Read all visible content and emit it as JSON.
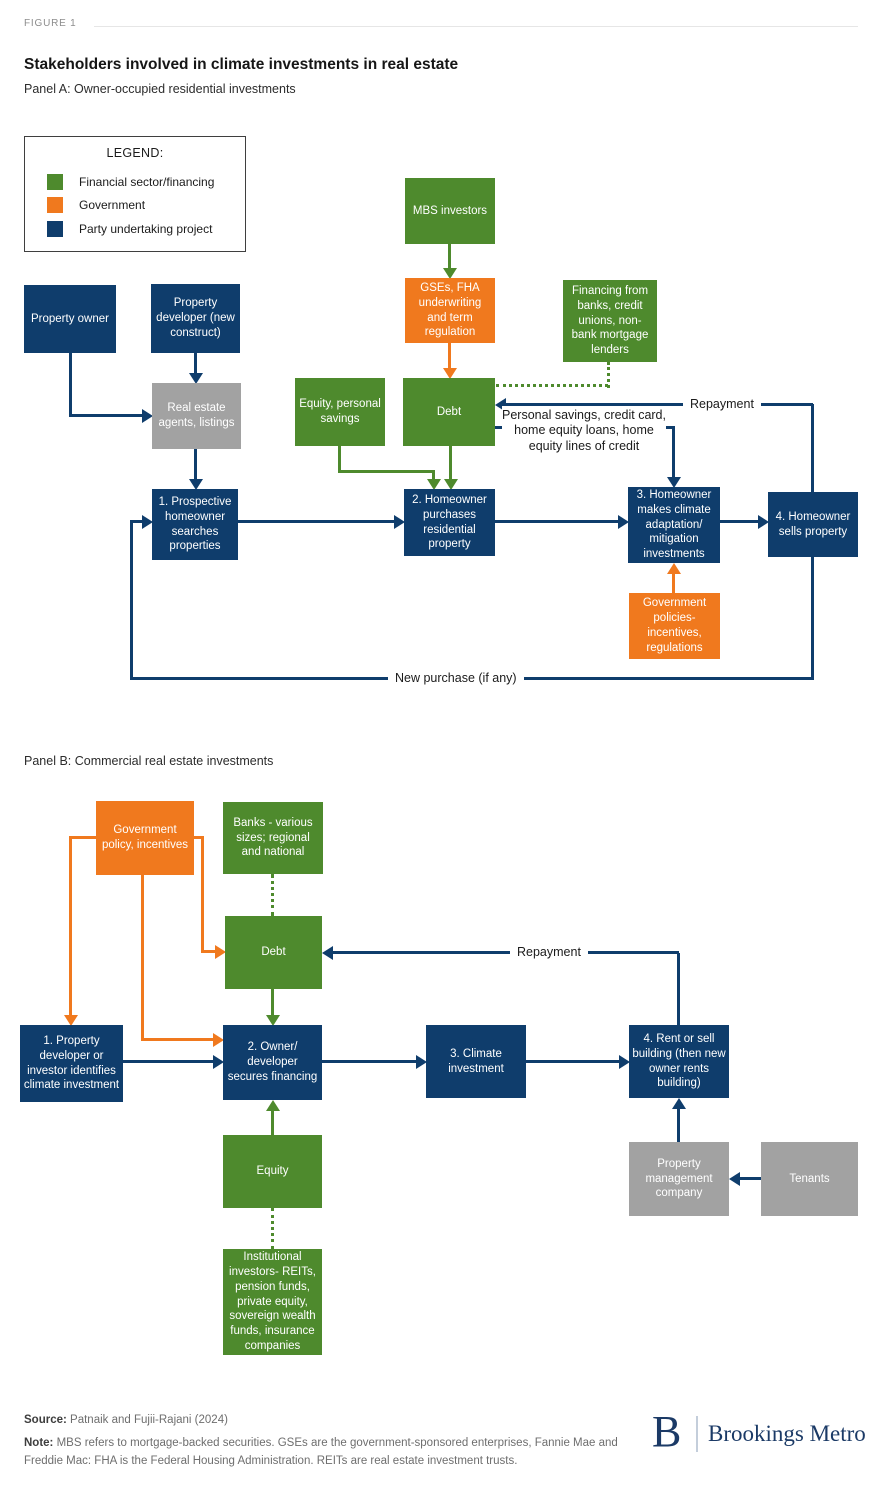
{
  "figure_label": "FIGURE 1",
  "title": "Stakeholders involved in climate investments in real estate",
  "colors": {
    "green": "#4E8A2D",
    "orange": "#F0791E",
    "navy": "#0F3D6C",
    "gray": "#A2A2A2",
    "logonavy": "#1B3A66"
  },
  "legend": {
    "title": "LEGEND:",
    "items": [
      {
        "label": "Financial sector/financing",
        "color": "green"
      },
      {
        "label": "Government",
        "color": "orange"
      },
      {
        "label": "Party undertaking project",
        "color": "navy"
      }
    ]
  },
  "panel_a": {
    "label": "Panel A: Owner-occupied residential investments",
    "nodes": {
      "property_owner": "Property owner",
      "property_developer": "Property developer (new construct)",
      "agents": "Real estate agents, listings",
      "mbs": "MBS investors",
      "gses": "GSEs, FHA underwriting and term regulation",
      "financing": "Financing from banks, credit unions, non-bank mortgage lenders",
      "equity": "Equity, personal savings",
      "debt": "Debt",
      "step1": "1. Prospective homeowner searches properties",
      "step2": "2. Homeowner purchases residential property",
      "step3": "3. Homeowner makes climate adaptation/ mitigation investments",
      "step4": "4. Homeowner sells property",
      "gov_policies": "Government policies- incentives, regulations"
    },
    "edge_labels": {
      "repayment": "Repayment",
      "personal_savings": "Personal savings, credit card, home equity loans, home equity lines of credit",
      "new_purchase": "New purchase (if any)"
    }
  },
  "panel_b": {
    "label": "Panel B: Commercial real estate investments",
    "nodes": {
      "gov_policy": "Government policy, incentives",
      "banks": "Banks - various sizes; regional and national",
      "debt": "Debt",
      "step1": "1. Property developer or investor identifies climate investment",
      "step2": "2. Owner/ developer secures financing",
      "step3": "3. Climate investment",
      "step4": "4. Rent or sell building (then new owner rents building)",
      "equity": "Equity",
      "institutional": "Institutional investors- REITs, pension funds, private equity, sovereign wealth funds, insurance companies",
      "property_mgmt": "Property management company",
      "tenants": "Tenants"
    },
    "edge_labels": {
      "repayment": "Repayment"
    }
  },
  "footer": {
    "source_label": "Source:",
    "source_text": "Patnaik and Fujii-Rajani (2024)",
    "note_label": "Note:",
    "note_text": "MBS refers to mortgage-backed securities. GSEs are the government-sponsored enterprises, Fannie Mae and Freddie Mac: FHA is the Federal Housing Administration. REITs are real estate investment trusts.",
    "logo_b": "B",
    "logo_text": "Brookings Metro"
  }
}
